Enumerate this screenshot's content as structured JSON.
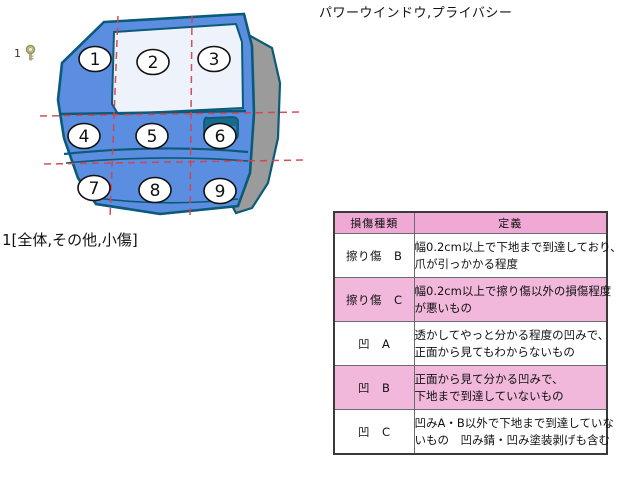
{
  "annotations": {
    "top_note": "パワーウインドウ,プライバシー",
    "diagram_caption": "1[全体,その他,小傷]",
    "marker_number": "1",
    "marker_icon": "key-marker-icon"
  },
  "diagram": {
    "name": "car-door-damage-zone-diagram",
    "zone_labels": [
      "①",
      "②",
      "③",
      "④",
      "⑤",
      "⑥",
      "⑦",
      "⑧",
      "⑨"
    ],
    "zone_numbers": [
      "1",
      "2",
      "3",
      "4",
      "5",
      "6",
      "7",
      "8",
      "9"
    ],
    "colors": {
      "door_body": "#5b8ee0",
      "door_body_shade": "#4f7fd4",
      "window_glass": "#eef2fa",
      "panel_gray": "#9b9b9b",
      "outline": "#0a5a78",
      "grid_dash": "#d2444f",
      "handle_dark": "#1a6a8c"
    }
  },
  "table": {
    "name": "damage-definition-table",
    "headers": [
      "損傷種類",
      "定義"
    ],
    "rows": [
      {
        "kind": "擦り傷　B",
        "definition_lines": [
          "幅0.2cm以上で下地まで到達しており、",
          "爪が引っかかる程度"
        ],
        "shade": "white"
      },
      {
        "kind": "擦り傷　C",
        "definition_lines": [
          "幅0.2cm以上で擦り傷以外の損傷程度",
          "が悪いもの"
        ],
        "shade": "pink"
      },
      {
        "kind": "凹　A",
        "definition_lines": [
          "透かしてやっと分かる程度の凹みで、",
          "正面から見てもわからないもの"
        ],
        "shade": "white"
      },
      {
        "kind": "凹　B",
        "definition_lines": [
          "正面から見て分かる凹みで、",
          "下地まで到達していないもの"
        ],
        "shade": "pink"
      },
      {
        "kind": "凹　C",
        "definition_lines": [
          "凹みA・B以外で下地まで到達していな",
          "いもの　凹み錆・凹み塗装剥げも含む"
        ],
        "shade": "white"
      }
    ],
    "colors": {
      "header_pink": "#f0a8d4",
      "row_pink": "#f2b8dc",
      "row_white": "#ffffff",
      "border": "#3a3a3a"
    }
  }
}
